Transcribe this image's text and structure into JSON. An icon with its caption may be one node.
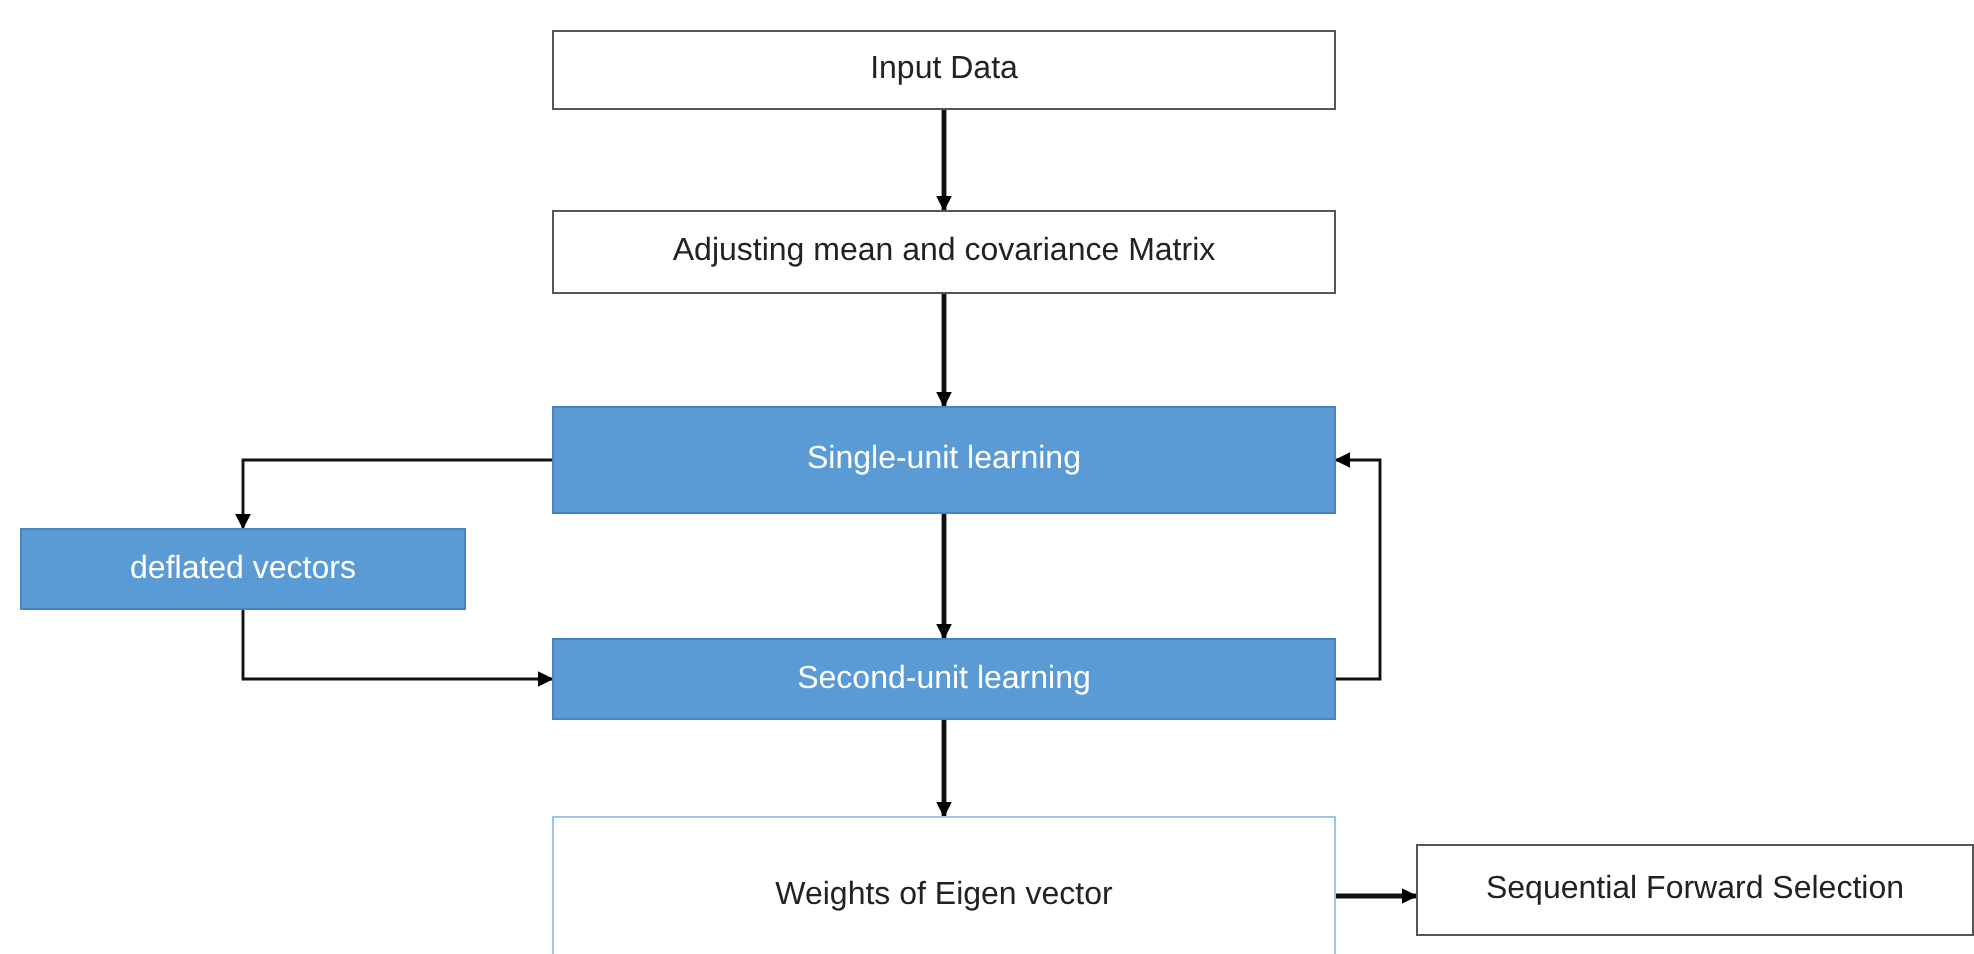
{
  "diagram": {
    "nodes": [
      {
        "text": [
          "Input Data"
        ]
      },
      {
        "text": [
          "Adjusting mean and covariance Matrix"
        ]
      },
      {
        "text": [
          "Single-unit learning"
        ]
      },
      {
        "text": [
          "deflated vectors"
        ]
      },
      {
        "text": [
          "Second-unit learning"
        ]
      },
      {
        "text": [
          "Weights of Eigen vector"
        ]
      },
      {
        "text": [
          "Sequential Forward Selection"
        ]
      }
    ],
    "edges": [
      {
        "from": 0,
        "to": 1,
        "arrow": "to"
      },
      {
        "from": 1,
        "to": 2,
        "arrow": "to"
      },
      {
        "from": 2,
        "to": 3,
        "arrow": "to"
      },
      {
        "from": 2,
        "to": 4,
        "arrow": "to"
      },
      {
        "from": 3,
        "to": 4,
        "arrow": "to"
      },
      {
        "from": 4,
        "to": 2,
        "arrow": "to"
      },
      {
        "from": 4,
        "to": 5,
        "arrow": "to"
      },
      {
        "from": 5,
        "to": 6,
        "arrow": "to"
      }
    ]
  }
}
